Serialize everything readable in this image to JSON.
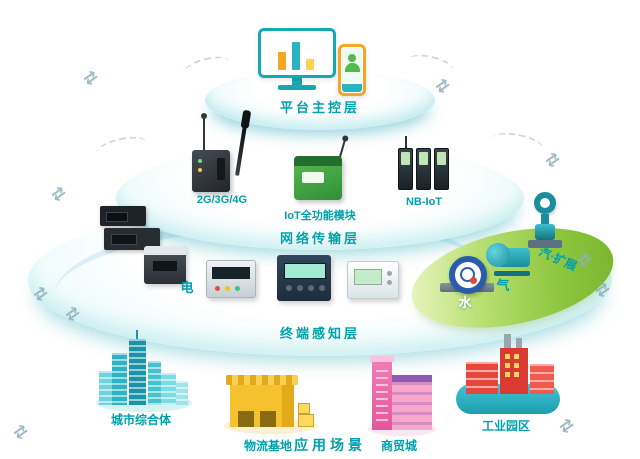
{
  "icons": {
    "transfer_arrow": "⇄"
  },
  "layers": {
    "platform": {
      "label": "平台主控层"
    },
    "network": {
      "label": "网络传输层",
      "devices": [
        {
          "label": "2G/3G/4G"
        },
        {
          "label": "IoT全功能模块"
        },
        {
          "label": "NB-IoT"
        }
      ]
    },
    "terminal": {
      "label": "终端感知层",
      "meters": [
        {
          "label": "电"
        },
        {
          "label": "水"
        },
        {
          "label": "气"
        },
        {
          "label": "汽·扩展"
        }
      ]
    },
    "application": {
      "label": "应用场景",
      "scenes": [
        {
          "label": "城市综合体"
        },
        {
          "label": "物流基地"
        },
        {
          "label": "商贸城"
        },
        {
          "label": "工业园区"
        }
      ]
    }
  },
  "colors": {
    "accent": "#00a0ac",
    "lawn_green": "#8cc63e",
    "module_green": "#3f9c3a",
    "orange": "#f5a623",
    "factory_red": "#e8453c",
    "mall_pink": "#f06eaa",
    "warehouse_yellow": "#f6c12e",
    "water_blue": "#2a5cab"
  }
}
